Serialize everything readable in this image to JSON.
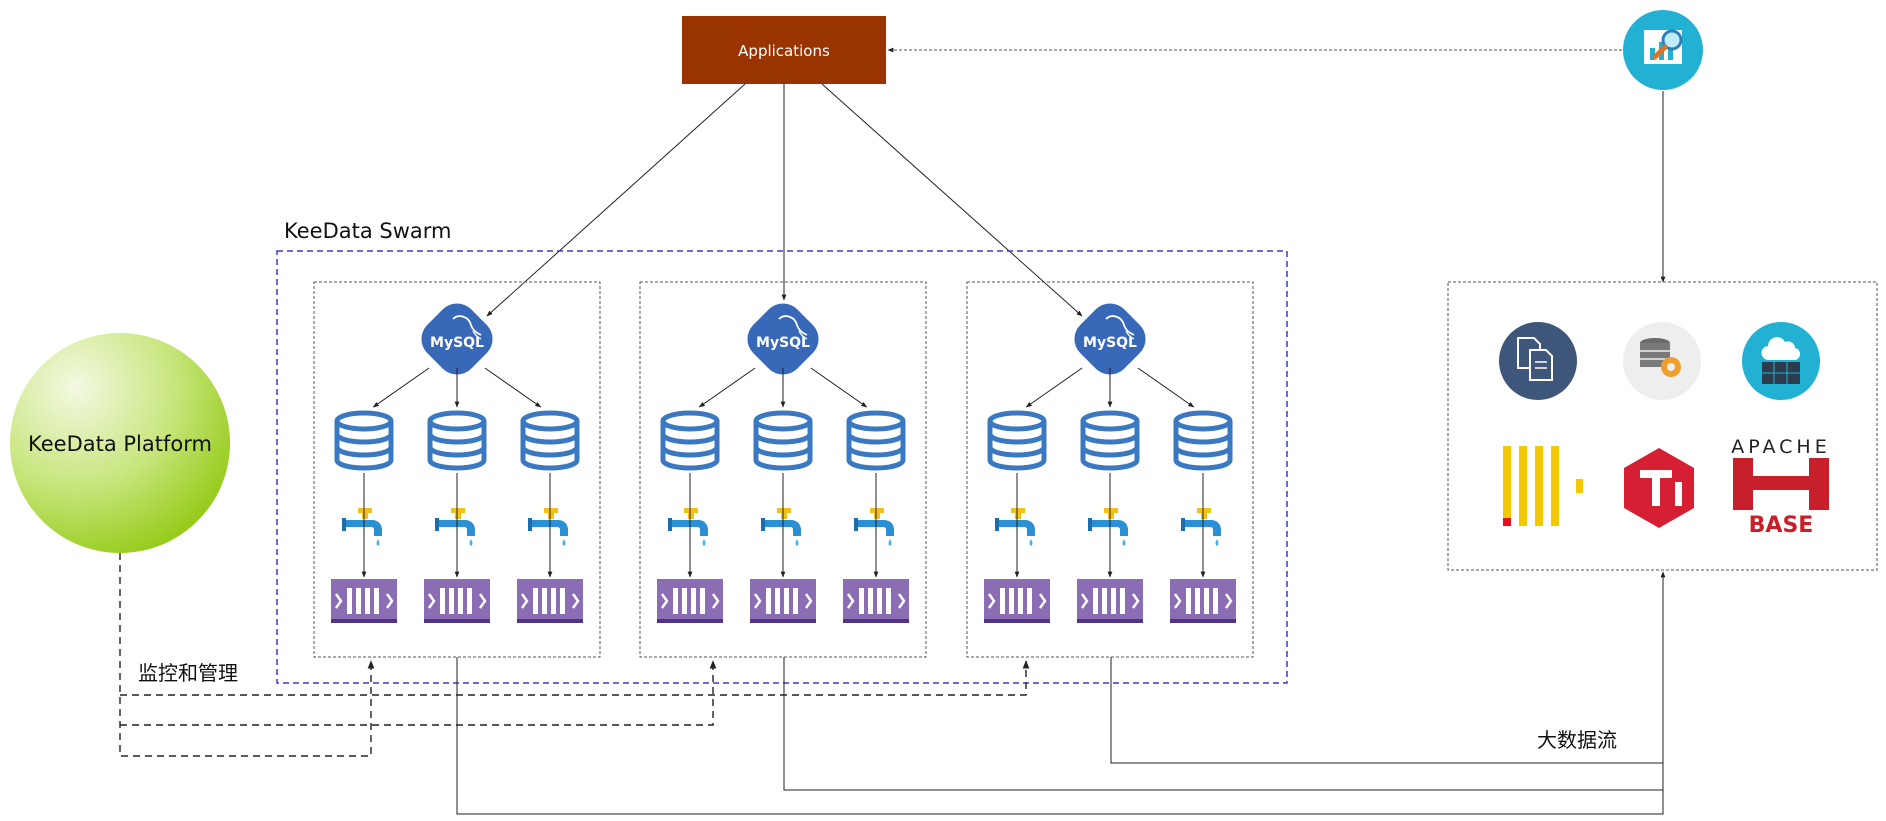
{
  "applications": {
    "label": "Applications",
    "icon": "analytics-icon"
  },
  "swarm": {
    "title": "KeeData Swarm"
  },
  "platform": {
    "label": "KeeData Platform"
  },
  "monitor": {
    "label": "监控和管理"
  },
  "bigdata": {
    "label": "大数据流"
  },
  "clusters": [
    {
      "master": {
        "label": "MySQL"
      }
    },
    {
      "master": {
        "label": "MySQL"
      }
    },
    {
      "master": {
        "label": "MySQL"
      }
    }
  ],
  "hbase": {
    "top": "APACHE",
    "bottom": "BASE"
  },
  "colors": {
    "applications": "#993300",
    "mysql": "#3868b8",
    "database": "#3a78c2",
    "queue": "#8b6db3",
    "faucet": "#2b8fd6",
    "swarm_border": "#3b3bd1",
    "platform_light": "#eef6d8",
    "platform_dark": "#9fd12a",
    "analytics": "#23b1d3",
    "tidb": "#d61f33",
    "kafka_yellow": "#f5c800",
    "hbase": "#c8202a"
  }
}
